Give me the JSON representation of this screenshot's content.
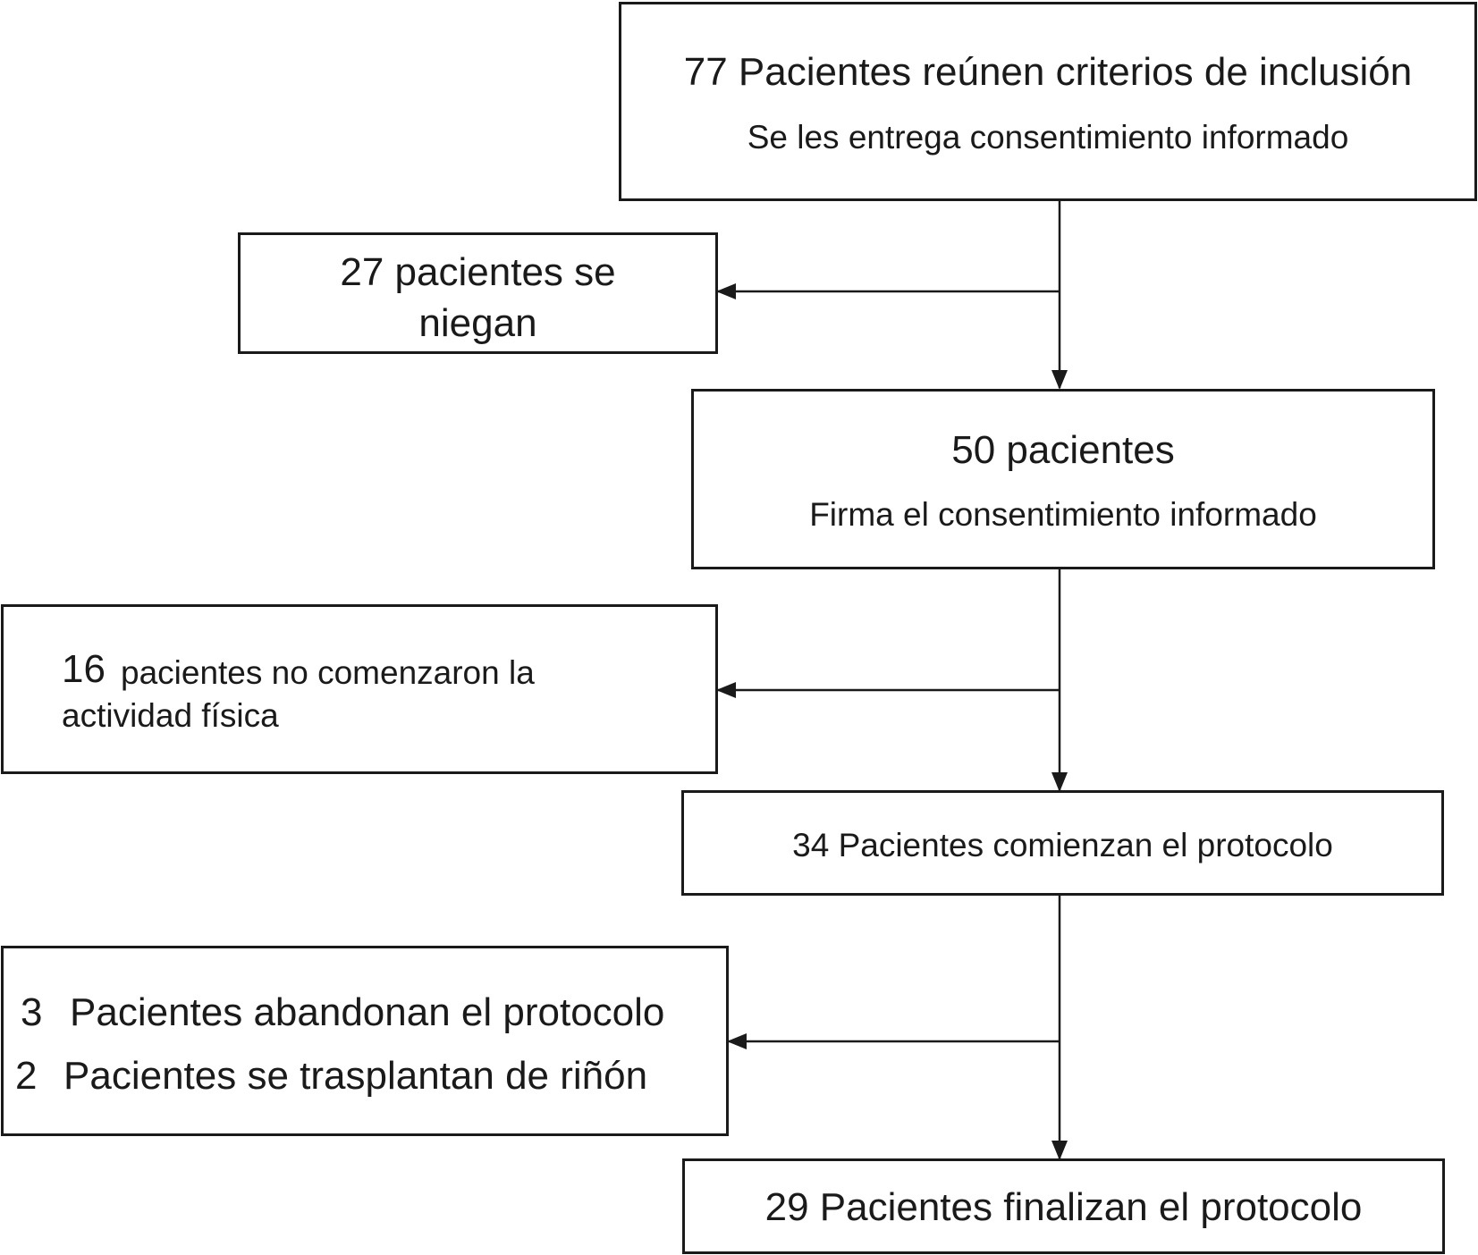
{
  "flowchart": {
    "inclusion": {
      "title": "77 Pacientes reúnen criterios de inclusión",
      "subtitle": "Se les entrega consentimiento informado"
    },
    "refused": {
      "line1": "27 pacientes se",
      "line2": "niegan"
    },
    "consented": {
      "title": "50 pacientes",
      "subtitle": "Firma el consentimiento informado"
    },
    "not_started": {
      "count": "16",
      "line1": "pacientes no comenzaron la",
      "line2": "actividad física"
    },
    "started": {
      "title": "34 Pacientes comienzan el protocolo"
    },
    "dropouts": {
      "abandon_count": "3",
      "abandon_text": "Pacientes abandonan el protocolo",
      "transplant_count": "2",
      "transplant_text": "Pacientes se trasplantan de riñón"
    },
    "finished": {
      "title": "29 Pacientes finalizan el protocolo"
    }
  }
}
